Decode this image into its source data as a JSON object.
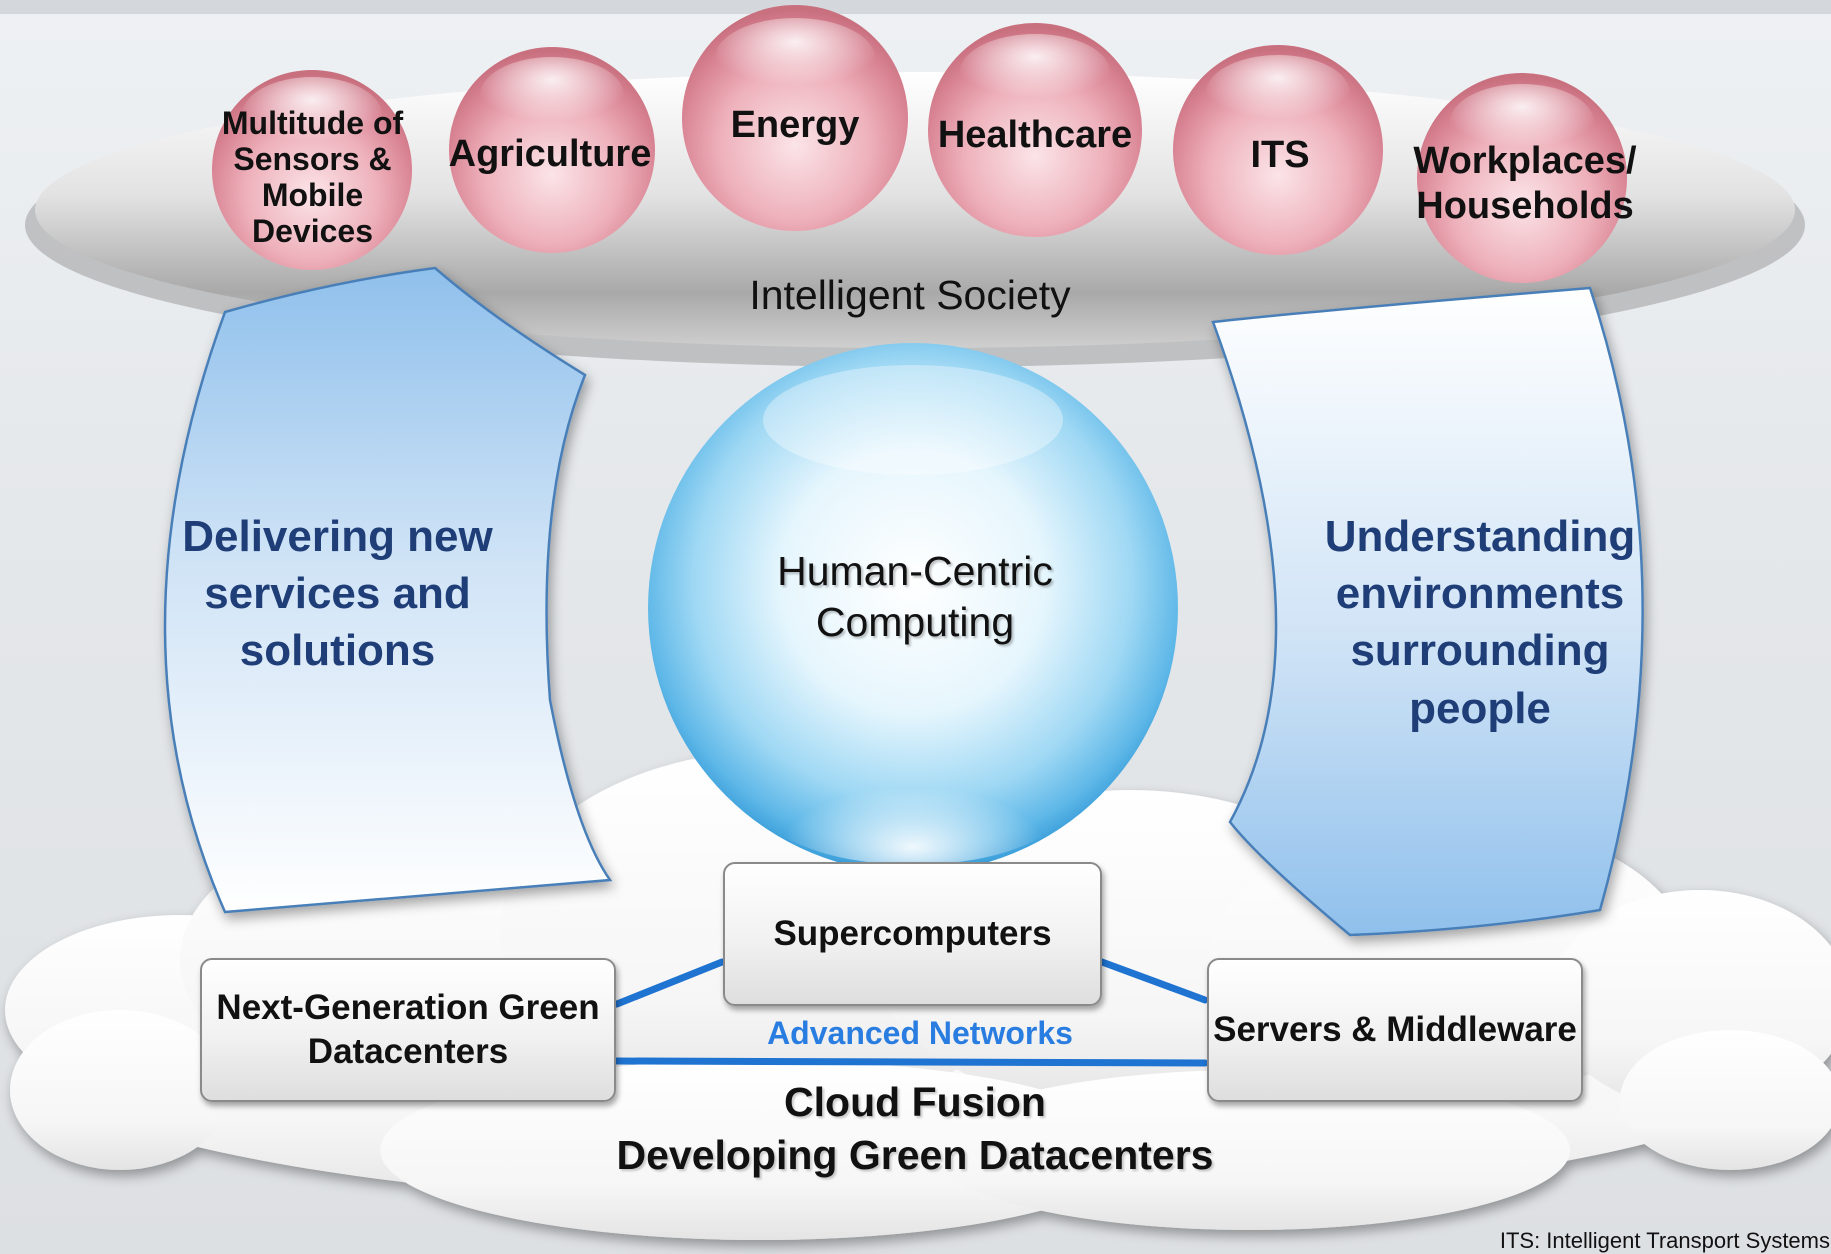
{
  "society": {
    "spheres": [
      {
        "label": "Multitude of Sensors & Mobile Devices"
      },
      {
        "label": "Agriculture"
      },
      {
        "label": "Energy"
      },
      {
        "label": "Healthcare"
      },
      {
        "label": "ITS"
      },
      {
        "label": "Workplaces/ Households"
      }
    ],
    "title": "Intelligent Society"
  },
  "left_arrow": {
    "label": "Delivering new services and solutions"
  },
  "right_arrow": {
    "label": "Understanding environments surrounding people"
  },
  "center": {
    "label": "Human-Centric Computing"
  },
  "cloud": {
    "nodes": {
      "supercomputers": "Supercomputers",
      "datacenters": "Next-Generation Green Datacenters",
      "servers": "Servers & Middleware"
    },
    "network_label": "Advanced Networks",
    "title_line1": "Cloud Fusion",
    "title_line2": "Developing Green Datacenters"
  },
  "footnote": "ITS: Intelligent Transport Systems",
  "colors": {
    "sphere_pink": "#e59aa8",
    "arrow_blue": "#8fc0ec",
    "network_line": "#1f73d1",
    "side_text": "#1f3e78",
    "network_text": "#2a7de0"
  }
}
